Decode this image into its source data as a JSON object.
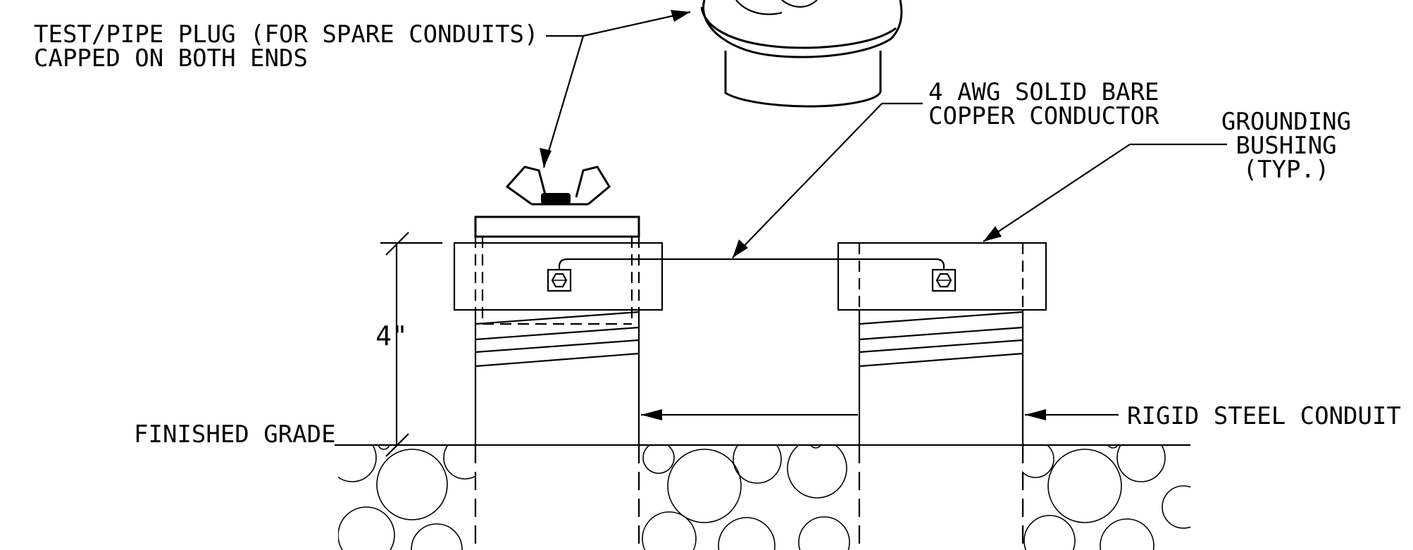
{
  "labels": {
    "plug_line1": "TEST/PIPE PLUG (FOR SPARE CONDUITS)",
    "plug_line2": "CAPPED ON BOTH ENDS",
    "conductor_line1": "4 AWG SOLID BARE",
    "conductor_line2": "COPPER CONDUCTOR",
    "bushing_line1": "GROUNDING",
    "bushing_line2": "BUSHING",
    "bushing_line3": "(TYP.)",
    "conduit": "RIGID STEEL CONDUIT",
    "grade": "FINISHED GRADE",
    "dimension": "4\""
  }
}
